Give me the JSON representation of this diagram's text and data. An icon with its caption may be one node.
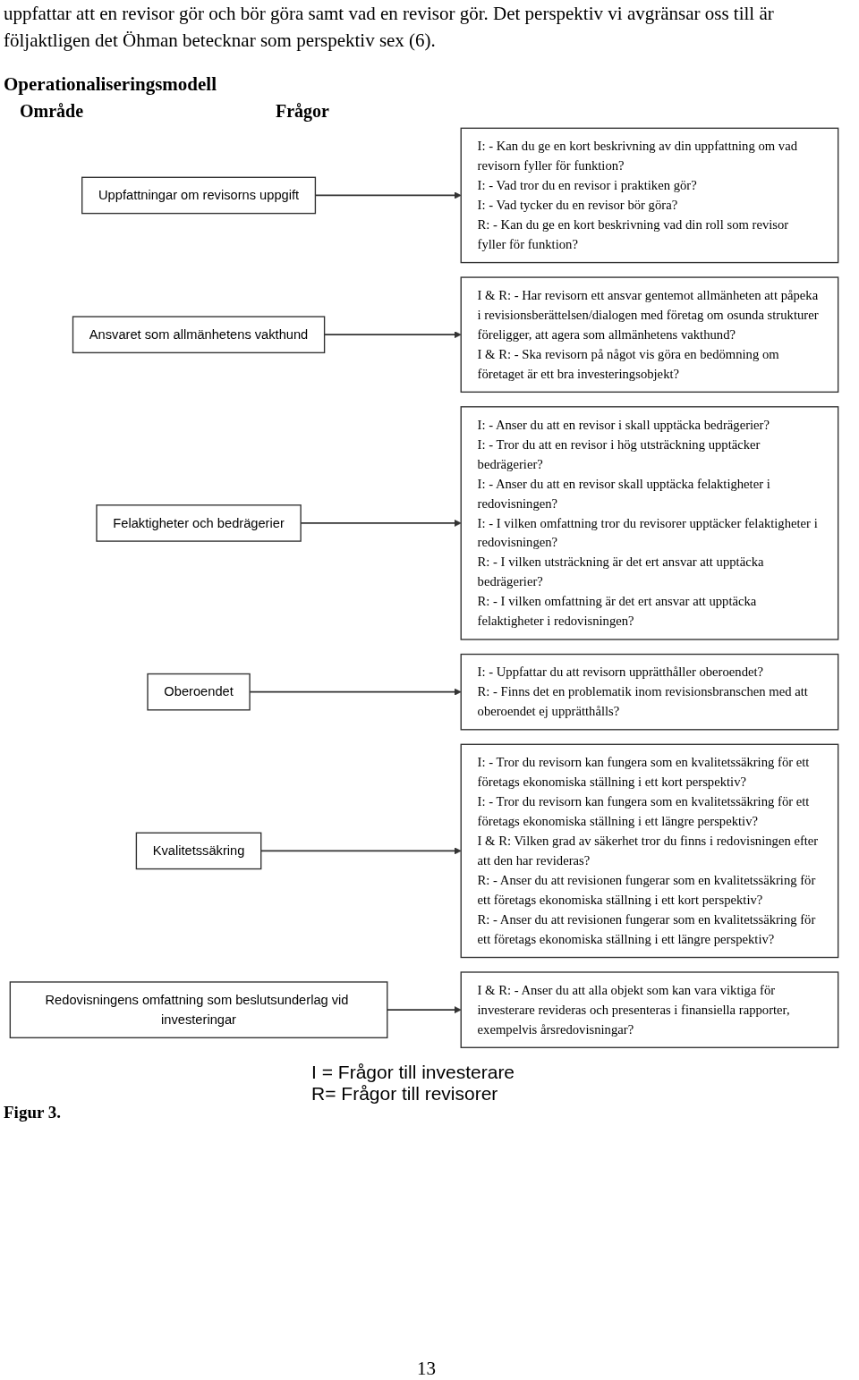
{
  "diagram": {
    "title": "Operationaliseringsmodell",
    "caption": "Figur 3.",
    "nodes": [
      {
        "text": [
          "Uppfattningar om revisorns uppgift"
        ]
      },
      {
        "text": [
          "I: - Kan du ge en kort beskrivning av din uppfattning om vad revisorn fyller för funktion?",
          "I: - Vad tror du en revisor i praktiken gör?",
          "I: - Vad tycker du en revisor bör göra?",
          "R: - Kan du ge en kort beskrivning vad din roll som revisor fyller för funktion?"
        ]
      },
      {
        "text": [
          "Ansvaret som allmänhetens vakthund"
        ]
      },
      {
        "text": [
          "I & R: - Har revisorn ett ansvar gentemot allmänheten att påpeka i revisionsberättelsen/dialogen med företag om osunda strukturer föreligger, att agera som allmänhetens vakthund?",
          "I & R: - Ska revisorn på något vis göra en bedömning om företaget är ett bra investeringsobjekt?"
        ]
      },
      {
        "text": [
          "Felaktigheter och bedrägerier"
        ]
      },
      {
        "text": [
          "I: - Anser du att en revisor i skall upptäcka bedrägerier?",
          "I: - Tror du att en revisor i hög utsträckning upptäcker bedrägerier?",
          "I: - Anser du att en revisor skall upptäcka felaktigheter i redovisningen?",
          "I: - I vilken omfattning tror du revisorer upptäcker felaktigheter i redovisningen?",
          "R: - I vilken utsträckning är det ert ansvar att upptäcka bedrägerier?",
          "R: - I vilken omfattning är det ert ansvar att upptäcka felaktigheter i redovisningen?"
        ]
      },
      {
        "text": [
          "Oberoendet"
        ]
      },
      {
        "text": [
          "I: - Uppfattar du att revisorn upprätthåller oberoendet?",
          "R: - Finns det en problematik inom revisionsbranschen med att oberoendet ej upprätthålls?"
        ]
      },
      {
        "text": [
          "Kvalitetssäkring"
        ]
      },
      {
        "text": [
          "I: - Tror du revisorn kan fungera som en kvalitetssäkring för ett företags ekonomiska ställning i ett kort perspektiv?",
          "I: - Tror du revisorn kan fungera som en kvalitetssäkring för ett företags ekonomiska ställning i ett längre perspektiv?",
          "I & R: Vilken grad av säkerhet tror du finns i redovisningen efter att den har revideras?",
          "R: - Anser du att revisionen fungerar som en kvalitetssäkring för ett företags ekonomiska ställning i ett kort perspektiv?",
          "R: - Anser du att revisionen fungerar som en kvalitetssäkring för ett företags ekonomiska ställning i ett längre perspektiv?"
        ]
      },
      {
        "text": [
          "Redovisningens omfattning som beslutsunderlag vid investeringar"
        ]
      },
      {
        "text": [
          "I & R: - Anser du att alla objekt som kan vara viktiga för investerare revideras och presenteras i finansiella rapporter, exempelvis årsredovisningar?"
        ]
      }
    ],
    "edges": [
      {
        "from": 0,
        "to": 1,
        "arrow": "to"
      },
      {
        "from": 2,
        "to": 3,
        "arrow": "to"
      },
      {
        "from": 4,
        "to": 5,
        "arrow": "to"
      },
      {
        "from": 6,
        "to": 7,
        "arrow": "to"
      },
      {
        "from": 8,
        "to": 9,
        "arrow": "to"
      },
      {
        "from": 10,
        "to": 11,
        "arrow": "to"
      }
    ],
    "labels": [
      "uppfattar att en revisor gör och bör göra samt vad en revisor gör. Det perspektiv vi avgränsar oss till är följaktligen det Öhman betecknar som perspektiv sex (6).",
      "Område",
      "Frågor",
      "I = Frågor till investerare",
      "R= Frågor till revisorer",
      "13"
    ]
  }
}
